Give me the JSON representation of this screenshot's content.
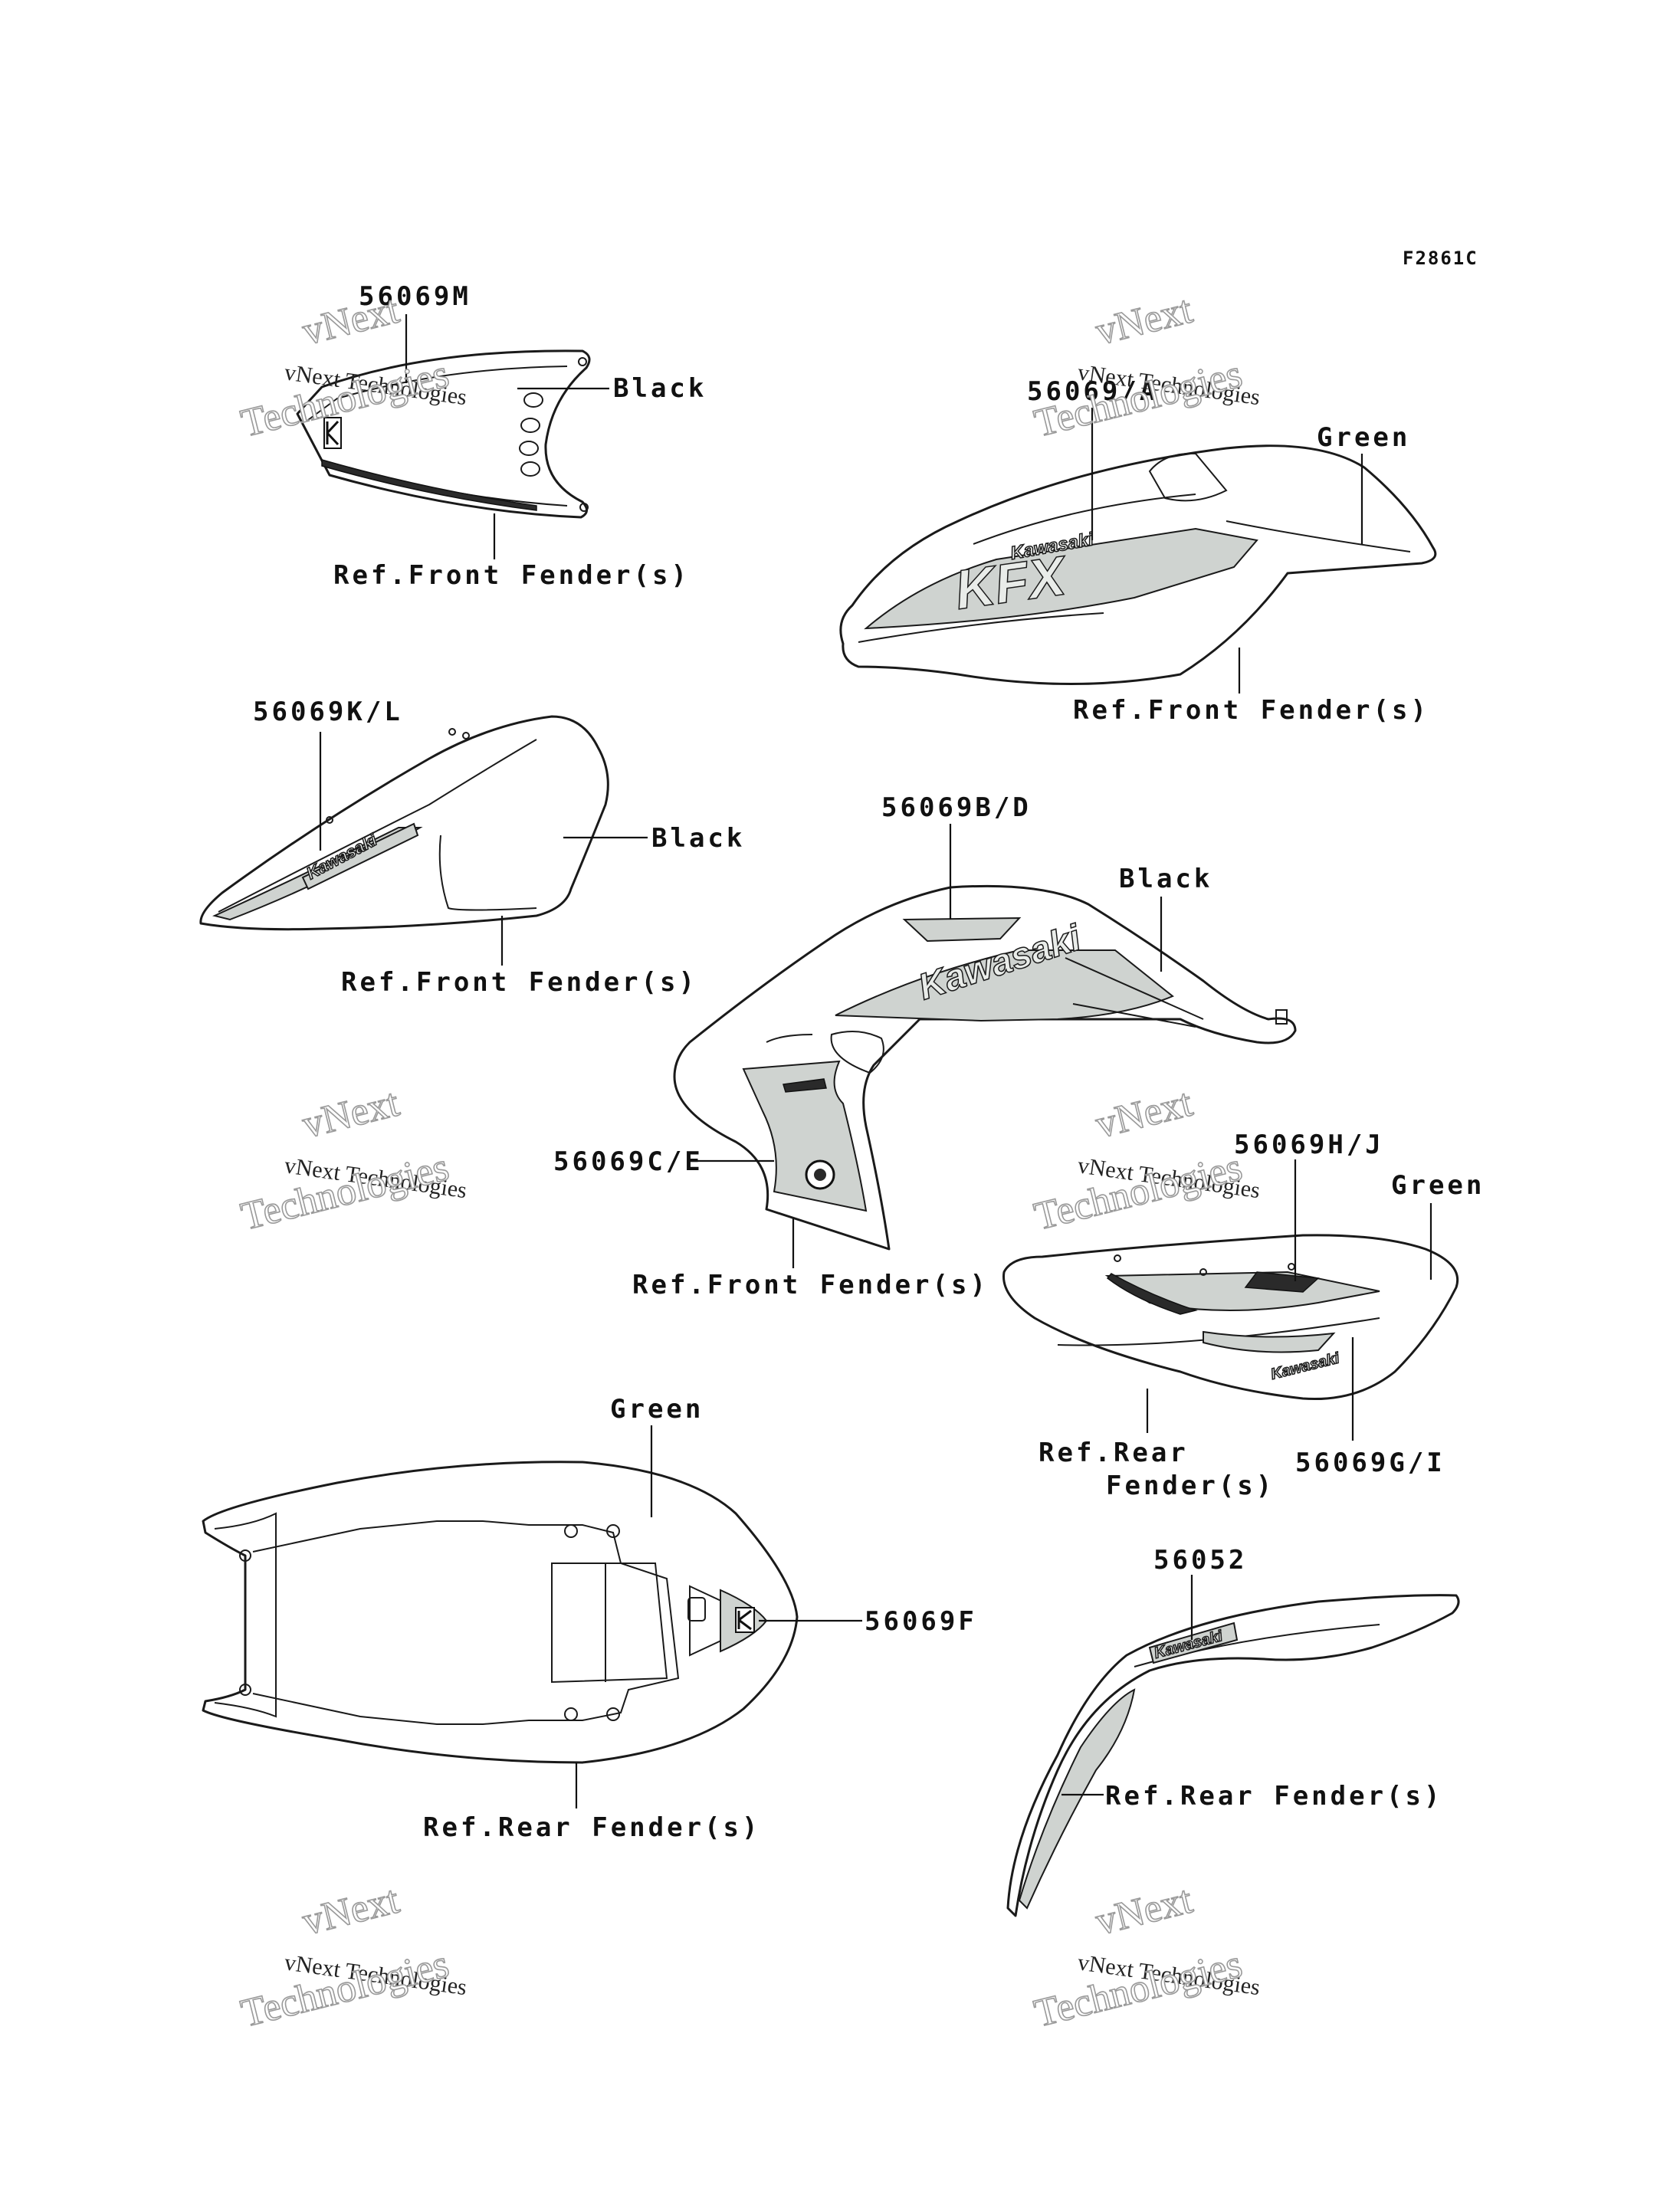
{
  "figure_code": "F2861C",
  "labels": {
    "p_56069M": "56069M",
    "black_1": "Black",
    "ref_front_1": "Ref.Front Fender(s)",
    "p_56069A": "56069/A",
    "green_1": "Green",
    "ref_front_2": "Ref.Front Fender(s)",
    "p_56069KL": "56069K/L",
    "black_2": "Black",
    "ref_front_3": "Ref.Front Fender(s)",
    "p_56069BD": "56069B/D",
    "black_3": "Black",
    "p_56069CE": "56069C/E",
    "ref_front_4": "Ref.Front Fender(s)",
    "p_56069HJ": "56069H/J",
    "green_2": "Green",
    "ref_rear_1_line1": "Ref.Rear",
    "ref_rear_1_line2": "Fender(s)",
    "p_56069GI": "56069G/I",
    "green_3": "Green",
    "p_56069F": "56069F",
    "ref_rear_2": "Ref.Rear Fender(s)",
    "p_56052": "56052",
    "ref_rear_3": "Ref.Rear Fender(s)"
  },
  "decal_text": {
    "brand": "Kawasaki",
    "model": "KFX"
  },
  "watermark": {
    "line1": "vNext",
    "line2": "vNext Technologies",
    "line3": "Technologies"
  },
  "icons": [
    "kawasaki-k-logo-icon"
  ]
}
